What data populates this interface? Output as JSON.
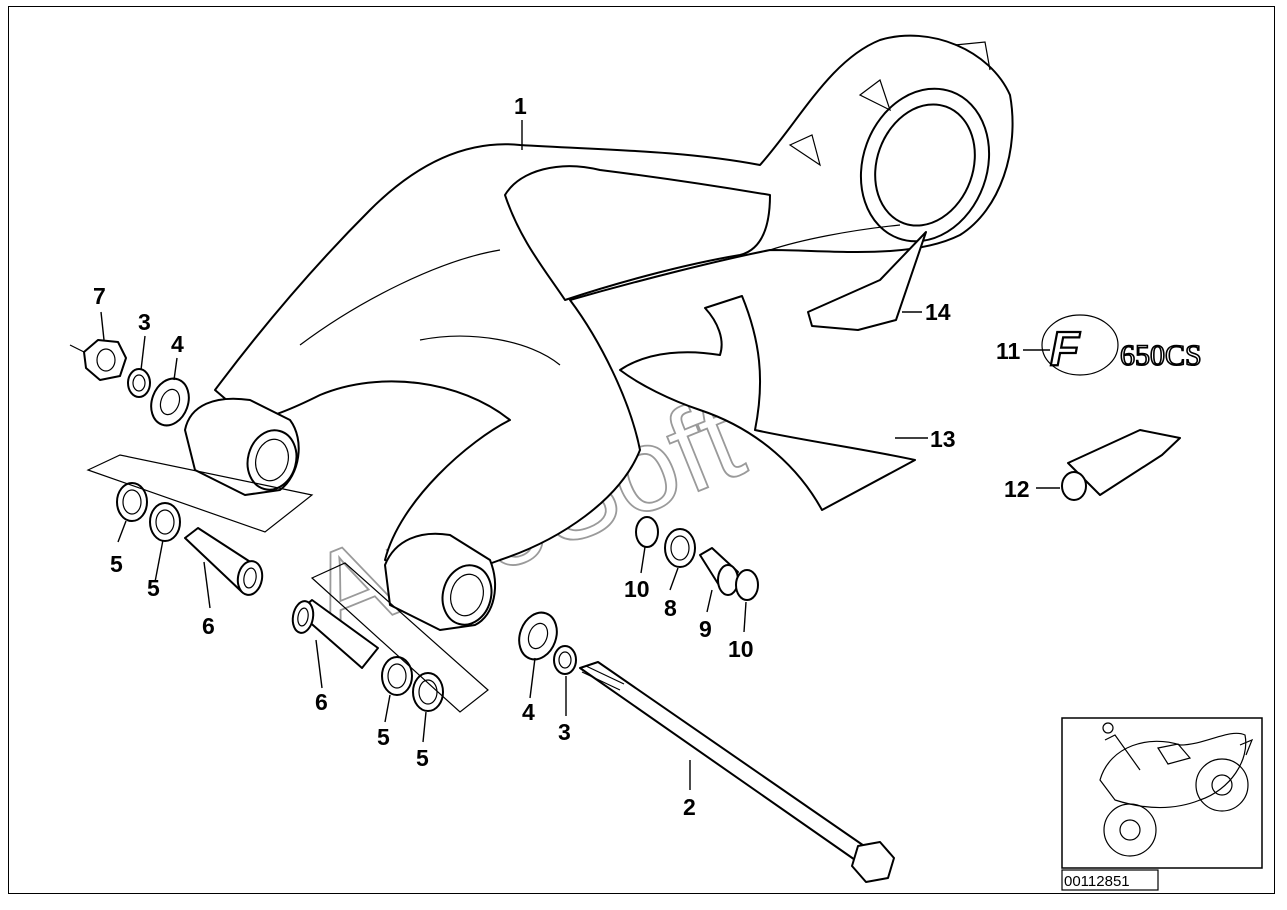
{
  "diagram": {
    "reference_number": "00112851",
    "watermark": "AutoSoft",
    "decal_logo": {
      "main": "F",
      "sub": "650CS"
    },
    "callouts": {
      "c1": "1",
      "c2": "2",
      "c3a": "3",
      "c3b": "3",
      "c4a": "4",
      "c4b": "4",
      "c5a": "5",
      "c5b": "5",
      "c5c": "5",
      "c5d": "5",
      "c6a": "6",
      "c6b": "6",
      "c7": "7",
      "c8": "8",
      "c9": "9",
      "c10a": "10",
      "c10b": "10",
      "c11": "11",
      "c12": "12",
      "c13": "13",
      "c14": "14"
    }
  }
}
